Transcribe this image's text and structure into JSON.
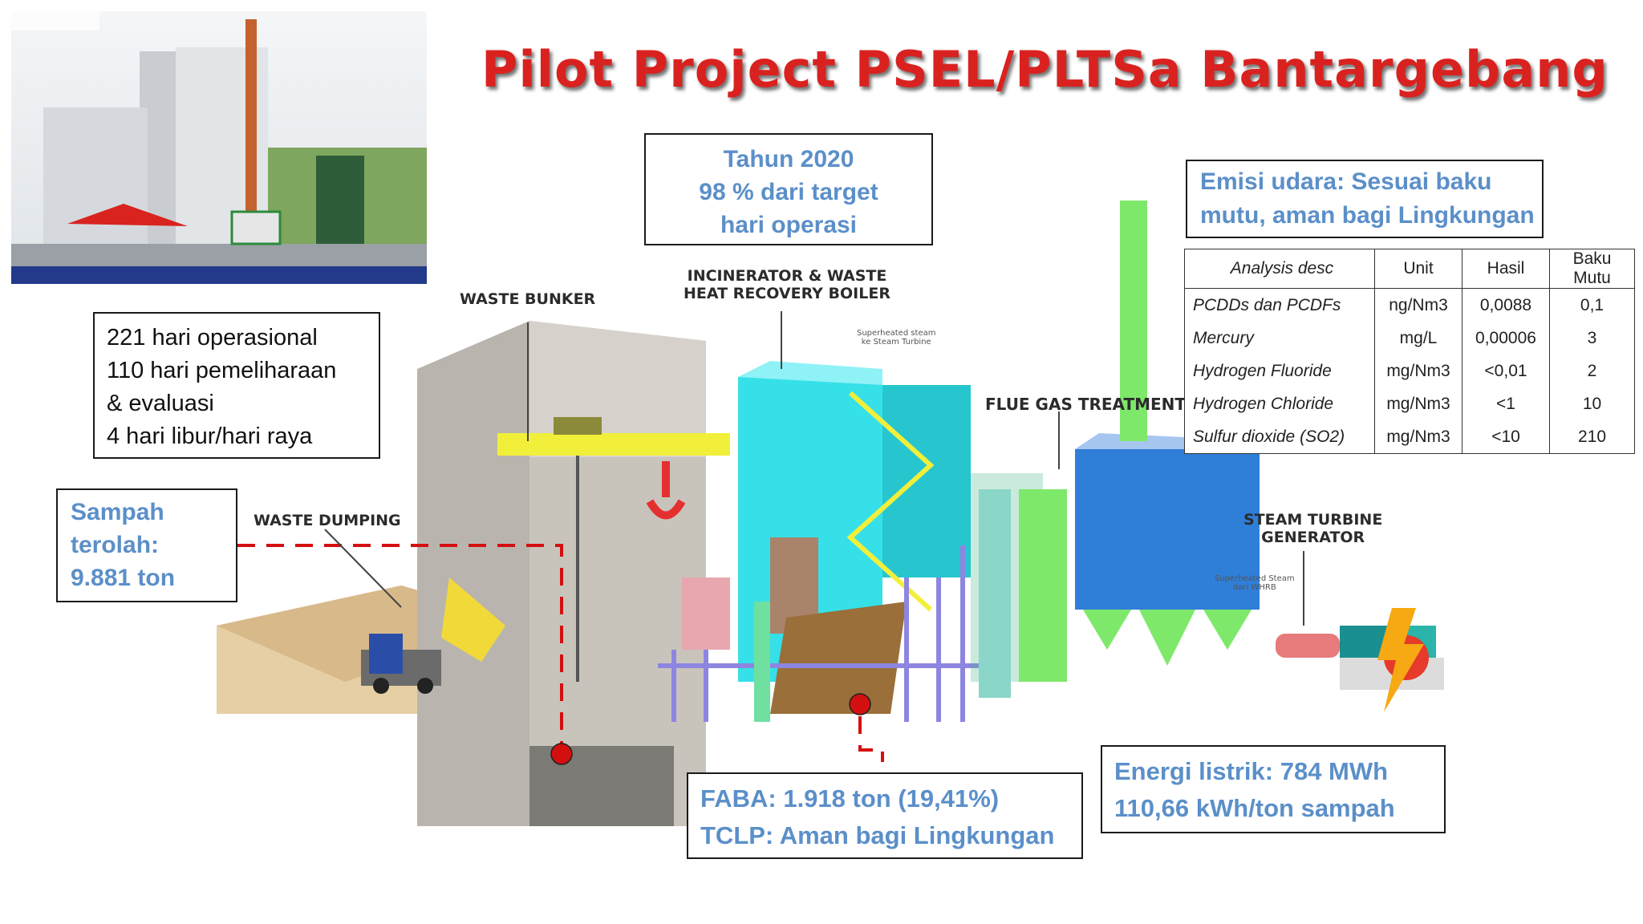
{
  "title": "Pilot Project PSEL/PLTSa Bantargebang",
  "operation_year": {
    "lines": [
      "Tahun 2020",
      "98 % dari target",
      "hari operasi"
    ]
  },
  "operation_days": {
    "lines": [
      "221 hari operasional",
      "110 hari pemeliharaan",
      "& evaluasi",
      "4 hari libur/hari raya"
    ]
  },
  "waste_processed": {
    "lines": [
      "Sampah",
      "terolah:",
      "9.881 ton"
    ]
  },
  "emission_note": {
    "lines": [
      "Emisi udara: Sesuai baku",
      "mutu, aman bagi Lingkungan"
    ]
  },
  "emission_table": {
    "headers": [
      "Analysis desc",
      "Unit",
      "Hasil",
      "Baku Mutu"
    ],
    "rows": [
      [
        "PCDDs dan PCDFs",
        "ng/Nm3",
        "0,0088",
        "0,1"
      ],
      [
        "Mercury",
        "mg/L",
        "0,00006",
        "3"
      ],
      [
        "Hydrogen Fluoride",
        "mg/Nm3",
        "<0,01",
        "2"
      ],
      [
        "Hydrogen Chloride",
        "mg/Nm3",
        "<1",
        "10"
      ],
      [
        "Sulfur dioxide (SO2)",
        "mg/Nm3",
        "<10",
        "210"
      ]
    ]
  },
  "faba": {
    "lines": [
      "FABA: 1.918 ton (19,41%)",
      "TCLP: Aman bagi Lingkungan"
    ]
  },
  "energy": {
    "lines": [
      "Energi listrik: 784 MWh",
      "110,66 kWh/ton sampah"
    ]
  },
  "labels": {
    "waste_bunker": "WASTE BUNKER",
    "waste_dumping": "WASTE DUMPING",
    "incinerator": [
      "INCINERATOR & WASTE",
      "HEAT RECOVERY BOILER"
    ],
    "flue_gas": "FLUE GAS TREATMENT",
    "steam_turbine": [
      "STEAM TURBINE",
      "GENERATOR"
    ],
    "superheated_1": [
      "Superheated steam",
      "ke Steam Turbine"
    ],
    "superheated_2": [
      "Superheated Steam",
      "dari WHRB"
    ]
  },
  "colors": {
    "title": "#d9221f",
    "highlight_text": "#5b8fc9",
    "marker": "#d40f0f",
    "boiler": "#36e0e8",
    "crane": "#f2ef3a",
    "flue_tower": "#7ee86a",
    "filter_house": "#2f7ed8"
  }
}
